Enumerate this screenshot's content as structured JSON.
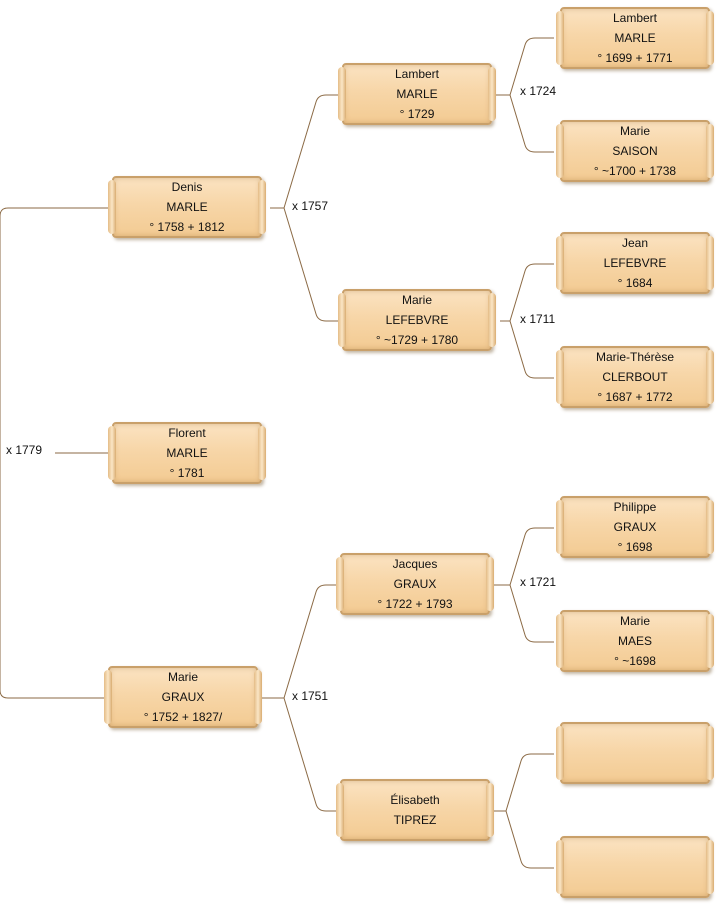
{
  "tree": {
    "persons": {
      "florent": {
        "first": "Florent",
        "last": "MARLE",
        "dates": "° 1781"
      },
      "denis": {
        "first": "Denis",
        "last": "MARLE",
        "dates": "° 1758 + 1812"
      },
      "marie_graux": {
        "first": "Marie",
        "last": "GRAUX",
        "dates": "° 1752 + 1827/"
      },
      "lambert_1729": {
        "first": "Lambert",
        "last": "MARLE",
        "dates": "° 1729"
      },
      "marie_lefebvre": {
        "first": "Marie",
        "last": "LEFEBVRE",
        "dates": "° ~1729 + 1780"
      },
      "jacques": {
        "first": "Jacques",
        "last": "GRAUX",
        "dates": "° 1722 + 1793"
      },
      "elisabeth": {
        "first": "Élisabeth",
        "last": "TIPREZ",
        "dates": ""
      },
      "lambert_1699": {
        "first": "Lambert",
        "last": "MARLE",
        "dates": "° 1699 + 1771"
      },
      "marie_saison": {
        "first": "Marie",
        "last": "SAISON",
        "dates": "° ~1700 + 1738"
      },
      "jean": {
        "first": "Jean",
        "last": "LEFEBVRE",
        "dates": "° 1684"
      },
      "marie_therese": {
        "first": "Marie-Thérèse",
        "last": "CLERBOUT",
        "dates": "° 1687 + 1772"
      },
      "philippe": {
        "first": "Philippe",
        "last": "GRAUX",
        "dates": "° 1698"
      },
      "marie_maes": {
        "first": "Marie",
        "last": "MAES",
        "dates": "° ~1698"
      },
      "unknown1": {
        "first": "",
        "last": "",
        "dates": ""
      },
      "unknown2": {
        "first": "",
        "last": "",
        "dates": ""
      }
    },
    "marriages": {
      "m1779": "x 1779",
      "m1757": "x 1757",
      "m1751": "x 1751",
      "m1724": "x 1724",
      "m1711": "x 1711",
      "m1721": "x 1721"
    }
  },
  "colors": {
    "line": "#8b6a45",
    "card_fill": "#f7d6a8",
    "card_border": "#c9a06a"
  }
}
